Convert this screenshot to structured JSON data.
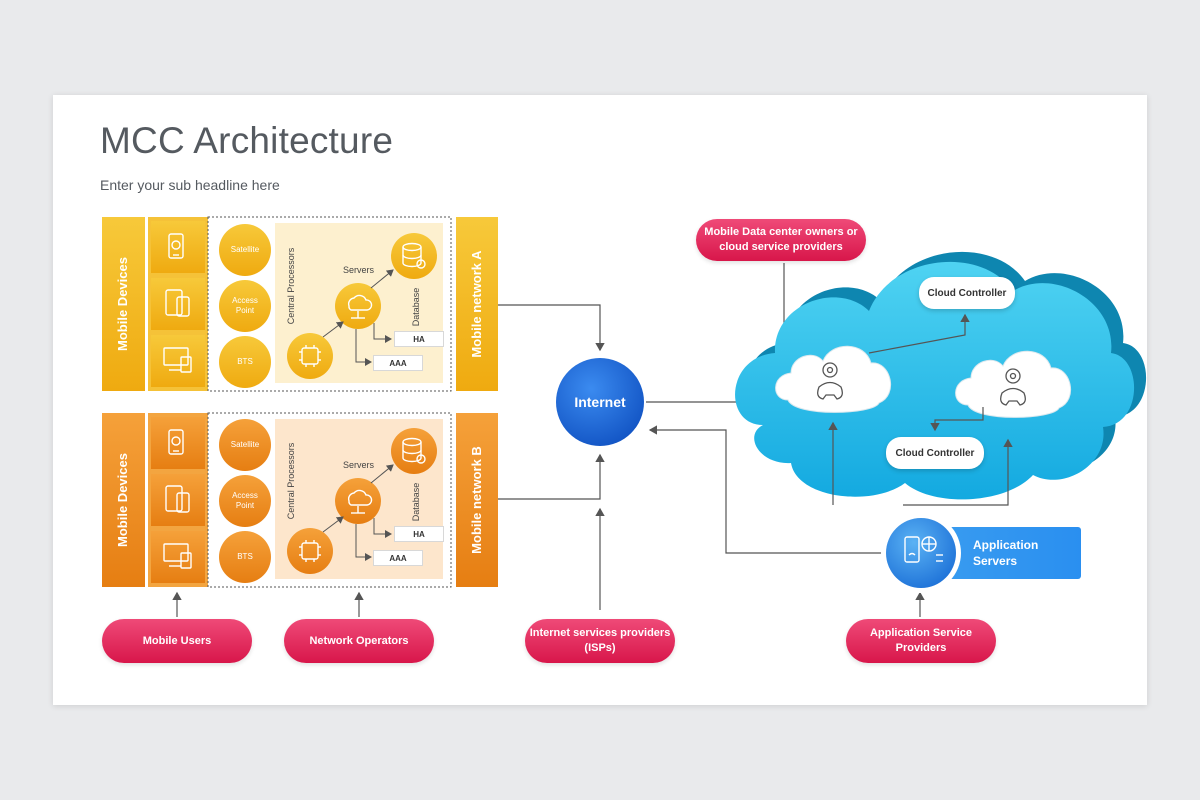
{
  "slide": {
    "title": "MCC Architecture",
    "subtitle": "Enter your sub headline here"
  },
  "network_a": {
    "devices_label": "Mobile Devices",
    "network_label": "Mobile network A",
    "satellite": "Satellite",
    "access_point": "Access Point",
    "bts": "BTS",
    "central_processors": "Central Processors",
    "servers": "Servers",
    "database": "Database",
    "ha": "HA",
    "aaa": "AAA",
    "color": "#f2b81c"
  },
  "network_b": {
    "devices_label": "Mobile Devices",
    "network_label": "Mobile network B",
    "satellite": "Satellite",
    "access_point": "Access Point",
    "bts": "BTS",
    "central_processors": "Central Processors",
    "servers": "Servers",
    "database": "Database",
    "ha": "HA",
    "aaa": "AAA",
    "color": "#ef8d1c"
  },
  "internet": {
    "label": "Internet"
  },
  "cloud": {
    "controller_top": "Cloud Controller",
    "controller_bottom": "Cloud Controller",
    "owners": "Mobile Data center owners or cloud service providers"
  },
  "application": {
    "servers": "Application Servers",
    "providers": "Application Service Providers"
  },
  "actors": {
    "mobile_users": "Mobile Users",
    "network_operators": "Network Operators",
    "isps": "Internet services providers (ISPs)"
  },
  "colors": {
    "pink": "#e0245a",
    "blue": "#1f6fe0",
    "cyan": "#2bbde8"
  },
  "icons": [
    "gear-phone-icon",
    "phone-tablet-icon",
    "multi-device-icon",
    "chip-icon",
    "cloud-network-icon",
    "database-gear-icon",
    "gamepad-cloud-icon",
    "cloud-mobile-icon"
  ]
}
